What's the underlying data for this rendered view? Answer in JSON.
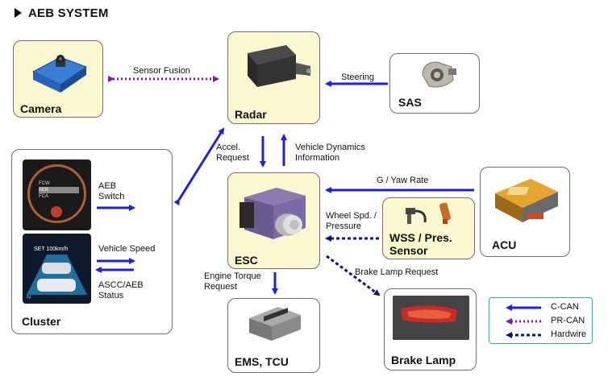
{
  "title": "AEB SYSTEM",
  "components": {
    "camera": "Camera",
    "radar": "Radar",
    "sas": "SAS",
    "cluster": "Cluster",
    "esc": "ESC",
    "wss": "WSS / Pres.\nSensor",
    "acu": "ACU",
    "ems": "EMS, TCU",
    "brake_lamp": "Brake Lamp"
  },
  "edge_labels": {
    "sensor_fusion": "Sensor Fusion",
    "steering": "Steering",
    "accel_request": "Accel.\nRequest",
    "vehicle_dynamics": "Vehicle Dynamics\nInformation",
    "g_yaw": "G / Yaw Rate",
    "wheel_spd": "Wheel Spd. /\nPressure",
    "brake_lamp_request": "Brake Lamp Request",
    "engine_torque": "Engine Torque\nRequest",
    "aeb_switch": "AEB\nSwitch",
    "vehicle_speed": "Vehicle Speed",
    "ascc_status": "ASCC/AEB\nStatus"
  },
  "cluster_display": {
    "top_items": [
      "FCW",
      "AEB",
      "FCA"
    ],
    "set_speed": "SET 100km/h",
    "gear": "N"
  },
  "legend": [
    {
      "label": "C-CAN",
      "style": "solid",
      "color": "#1f1fe0"
    },
    {
      "label": "PR-CAN",
      "style": "dotted",
      "color": "#7a1fa0"
    },
    {
      "label": "Hardwire",
      "style": "dashed",
      "color": "#12127a"
    }
  ],
  "colors": {
    "c_can": "#1f1fe0",
    "pr_can": "#7a1fa0",
    "hardwire": "#12127a",
    "box_fill": "#fbf7cf",
    "legend_border": "#39b089"
  }
}
